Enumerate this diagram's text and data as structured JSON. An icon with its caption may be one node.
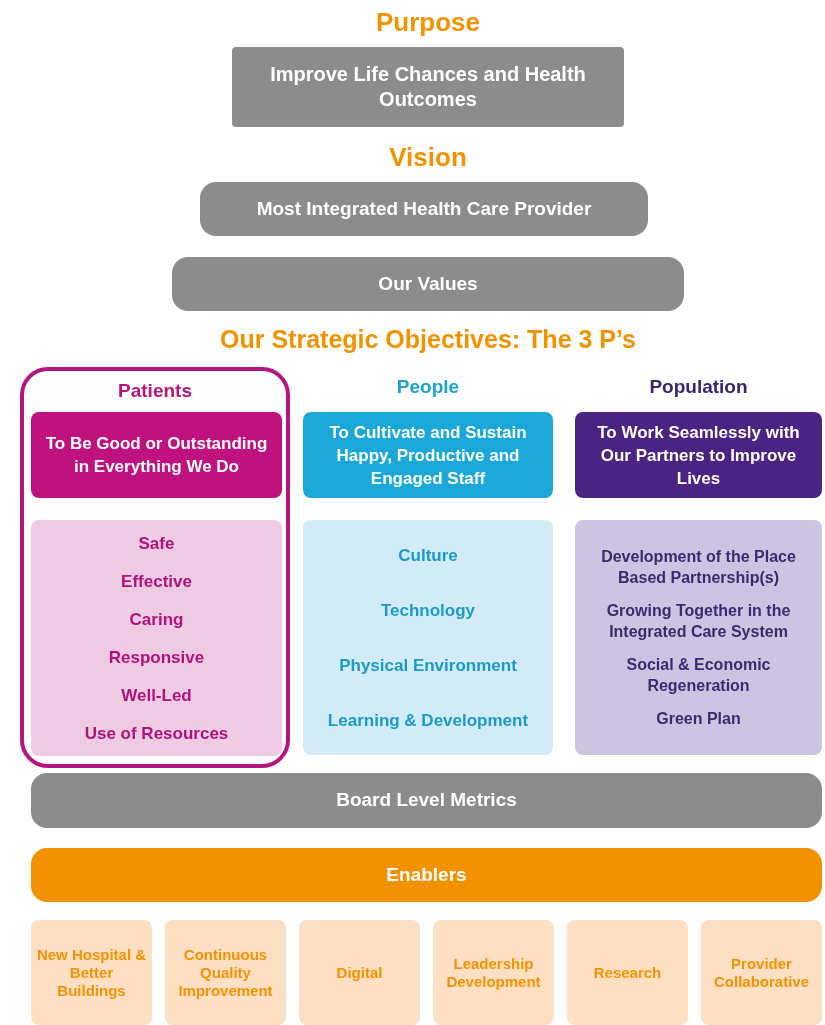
{
  "diagram": {
    "nodes": [
      {
        "text": [
          "Improve Life Chances and Health Outcomes"
        ]
      },
      {
        "text": [
          "Most Integrated Health Care Provider"
        ]
      },
      {
        "text": [
          "Our Values"
        ]
      },
      {
        "text": [
          "Patients"
        ]
      },
      {
        "text": [
          "To Be Good or Outstanding in Everything We Do"
        ],
        "in": 3
      },
      {
        "text": [
          "Safe",
          "Effective",
          "Caring",
          "Responsive",
          "Well-Led",
          "Use of Resources"
        ],
        "in": 3
      },
      {
        "text": [
          "To Cultivate and Sustain Happy, Productive and Engaged Staff"
        ]
      },
      {
        "text": [
          "Culture",
          "Technology",
          "Physical Environment",
          "Learning & Development"
        ]
      },
      {
        "text": [
          "To Work Seamlessly with Our Partners to Improve Lives"
        ]
      },
      {
        "text": [
          "Development of the Place Based Partnership(s)",
          "Growing Together in the Integrated Care System",
          "Social & Economic Regeneration",
          "Green Plan"
        ]
      },
      {
        "text": [
          "Board Level Metrics"
        ]
      },
      {
        "text": [
          "Enablers"
        ]
      },
      {
        "text": [
          "New Hospital & Better Buildings"
        ]
      },
      {
        "text": [
          "Continuous Quality Improvement"
        ]
      },
      {
        "text": [
          "Digital"
        ]
      },
      {
        "text": [
          "Leadership Development"
        ]
      },
      {
        "text": [
          "Research"
        ]
      },
      {
        "text": [
          "Provider Collaborative"
        ]
      }
    ],
    "labels": [
      "Purpose",
      "Vision",
      "Our Strategic Objectives: The 3 P’s",
      "People",
      "Population"
    ]
  }
}
